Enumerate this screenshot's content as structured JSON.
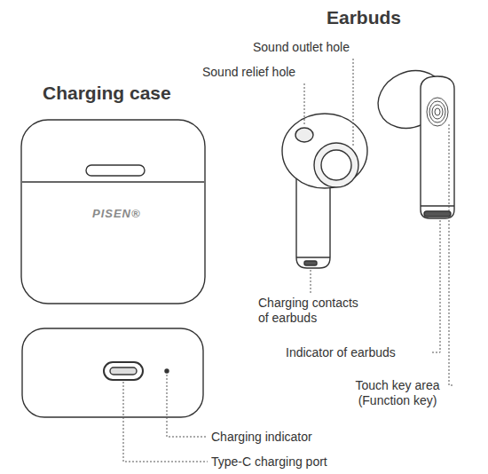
{
  "diagram": {
    "labels": [
      "Earbuds",
      "Sound outlet hole",
      "Sound relief hole",
      "Charging case",
      "PISEN®",
      "Charging contacts of earbuds",
      "Indicator of earbuds",
      "Touch key area (Function key)",
      "Charging indicator",
      "Type-C charging port"
    ]
  }
}
